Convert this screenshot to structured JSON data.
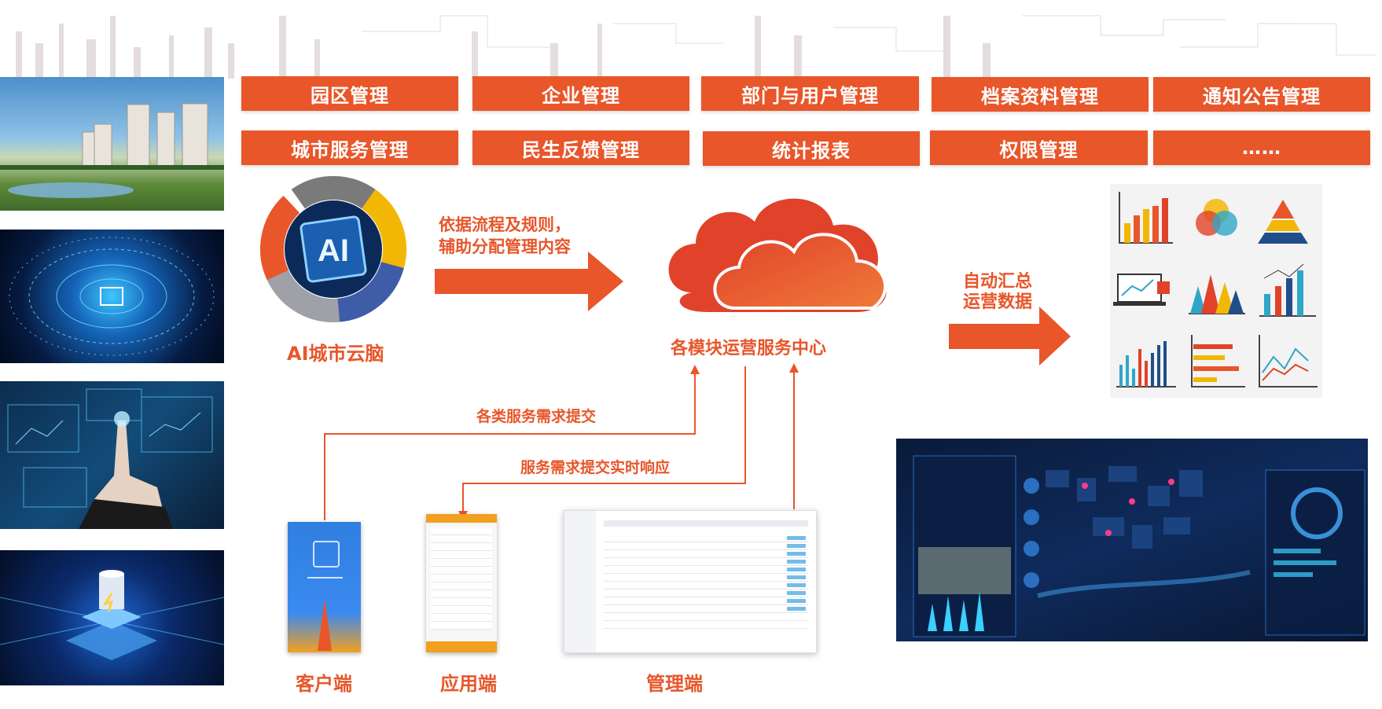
{
  "modules": {
    "row1": [
      "园区管理",
      "企业管理",
      "部门与用户管理",
      "档案资料管理",
      "通知公告管理"
    ],
    "row2": [
      "城市服务管理",
      "民生反馈管理",
      "统计报表",
      "权限管理",
      "……"
    ]
  },
  "ai_brain": {
    "label": "AI城市云脑",
    "chip_text": "AI"
  },
  "flow": {
    "rule_text_line1": "依据流程及规则，",
    "rule_text_line2": "辅助分配管理内容",
    "center_label": "各模块运营服务中心",
    "auto_line1": "自动汇总",
    "auto_line2": "运营数据",
    "submit_text": "各类服务需求提交",
    "response_text": "服务需求提交实时响应"
  },
  "endpoints": {
    "customer": "客户端",
    "app": "应用端",
    "admin": "管理端"
  },
  "colors": {
    "accent": "#e8562a",
    "cloud_light": "#f26b3a",
    "cloud_dark": "#e0422a"
  },
  "icons": [
    "building-photo",
    "digital-circle-photo",
    "touch-hand-photo",
    "tech-chip-photo",
    "cloud-icon",
    "arrow-right-icon",
    "stats-chart-icons",
    "dashboard-screen"
  ]
}
